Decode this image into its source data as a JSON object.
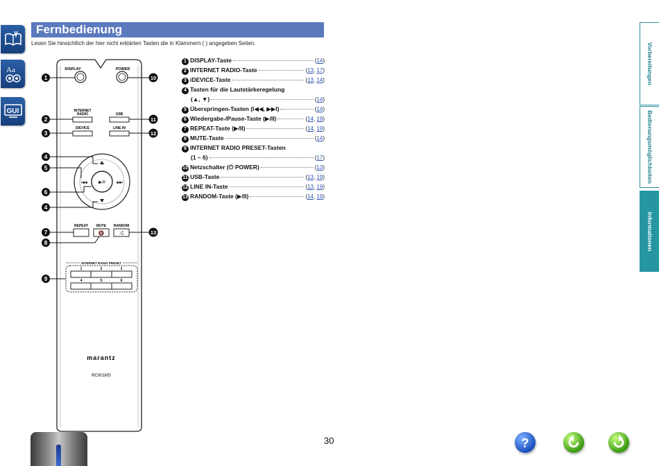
{
  "header": {
    "title": "Fernbedienung",
    "intro": "Lesen Sie hinsichtlich der hier nicht erklärten Tasten die in Klammern ( ) angegeben Seiten."
  },
  "remote": {
    "display": "DISPLAY",
    "power": "POWER",
    "internet_radio_1": "INTERNET",
    "internet_radio_2": "RADIO",
    "usb": "USB",
    "idevice": "iDEVICE",
    "line_in": "LINE IN",
    "repeat": "REPEAT",
    "mute": "MUTE",
    "random": "RANDOM",
    "preset_title": "INTERNET RADIO PRESET",
    "preset_1": "1",
    "preset_2": "2",
    "preset_3": "3",
    "preset_4": "4",
    "preset_5": "5",
    "preset_6": "6",
    "brand": "marantz",
    "model": "RC001MS"
  },
  "callouts": [
    "1",
    "2",
    "3",
    "4",
    "5",
    "6",
    "4",
    "7",
    "8",
    "9",
    "10",
    "11",
    "12",
    "13"
  ],
  "legend": [
    {
      "num": "1",
      "label": "DISPLAY-Taste",
      "refs": [
        "14"
      ]
    },
    {
      "num": "2",
      "label": "INTERNET RADIO-Taste",
      "refs": [
        "13",
        "17"
      ]
    },
    {
      "num": "3",
      "label": "iDEVICE-Taste",
      "refs": [
        "13",
        "14"
      ]
    },
    {
      "num": "4",
      "label": "Tasten für die Lautstärkeregelung",
      "sub": "(▲, ▼)",
      "refs": [
        "14"
      ]
    },
    {
      "num": "5",
      "label": "Überspringen-Tasten (I◀◀, ▶▶I)",
      "refs": [
        "14"
      ]
    },
    {
      "num": "6",
      "label": "Wiedergabe-/Pause-Taste (▶/II)",
      "refs": [
        "14",
        "19"
      ]
    },
    {
      "num": "7",
      "label": "REPEAT-Taste (▶/II)",
      "refs": [
        "14",
        "19"
      ]
    },
    {
      "num": "8",
      "label": "MUTE-Taste",
      "refs": [
        "14"
      ]
    },
    {
      "num": "9",
      "label": "INTERNET RADIO PRESET-Tasten",
      "sub": "(1 – 6)",
      "refs": [
        "17"
      ]
    },
    {
      "num": "10",
      "label": "Netzschalter (⏻ POWER)",
      "refs": [
        "13"
      ]
    },
    {
      "num": "11",
      "label": "USB-Taste",
      "refs": [
        "13",
        "19"
      ]
    },
    {
      "num": "12",
      "label": "LINE IN-Taste",
      "refs": [
        "13",
        "19"
      ]
    },
    {
      "num": "13",
      "label": "RANDOM-Taste (▶/II)",
      "refs": [
        "14",
        "19"
      ]
    }
  ],
  "tabs": {
    "preparations": "Vorbereitungen",
    "operations": "Bedienungsmöglichkeiten",
    "information": "Informationen"
  },
  "footer": {
    "page": "30"
  },
  "icons": {
    "glossary": "Aa",
    "gui": "GUI"
  },
  "colors": {
    "title_bar": "#5b79bd",
    "tab_accent": "#2596a2",
    "side_icon": "#1f4f94"
  }
}
